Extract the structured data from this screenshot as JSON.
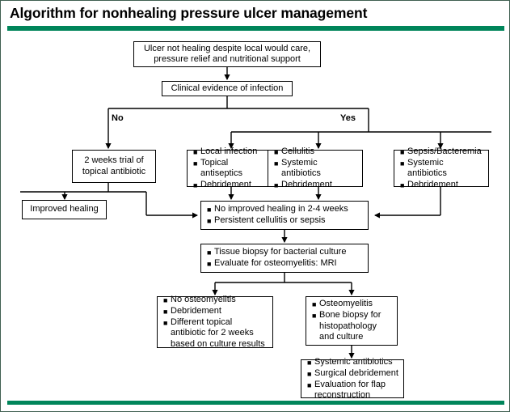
{
  "header": {
    "title": "Algorithm for nonhealing pressure ulcer management",
    "rule_color": "#00855a",
    "frame_color": "#3f5f50"
  },
  "branch_labels": {
    "no": "No",
    "yes": "Yes"
  },
  "nodes": {
    "start": {
      "line1": "Ulcer not healing despite local would care,",
      "line2": "pressure relief and nutritional support"
    },
    "infection_check": {
      "line1": "Clinical evidence of infection"
    },
    "topical_trial": {
      "line1": "2 weeks trial of",
      "line2": "topical antibiotic"
    },
    "improved_healing": {
      "line1": "Improved healing"
    },
    "local_infection": {
      "b1": "Local infection",
      "b2": "Topical antiseptics",
      "b3": "Debridement"
    },
    "cellulitis": {
      "b1": "Cellulitis",
      "b2": "Systemic antibiotics",
      "b3": "Debridement"
    },
    "sepsis": {
      "b1": "Sepsis/Bacteremia",
      "b2": "Systemic antibiotics",
      "b3": "Debridement"
    },
    "no_improvement": {
      "b1": "No improved healing in 2-4 weeks",
      "b2": "Persistent cellulitis or sepsis"
    },
    "biopsy": {
      "b1": "Tissue biopsy for bacterial culture",
      "b2": "Evaluate for osteomyelitis: MRI"
    },
    "no_osteomyelitis": {
      "b1": "No osteomyelitis",
      "b2": "Debridement",
      "b3": "Different topical",
      "b3_cont1": "antibiotic for 2 weeks",
      "b3_cont2": "based on culture results"
    },
    "osteomyelitis": {
      "b1": "Osteomyelitis",
      "b2": "Bone biopsy for",
      "b2_cont1": "histopathology",
      "b2_cont2": "and culture"
    },
    "surgical": {
      "b1": "Systemic antibiotics",
      "b2": "Surgical debridement",
      "b3": "Evaluation for flap",
      "b3_cont1": "reconstruction"
    }
  }
}
